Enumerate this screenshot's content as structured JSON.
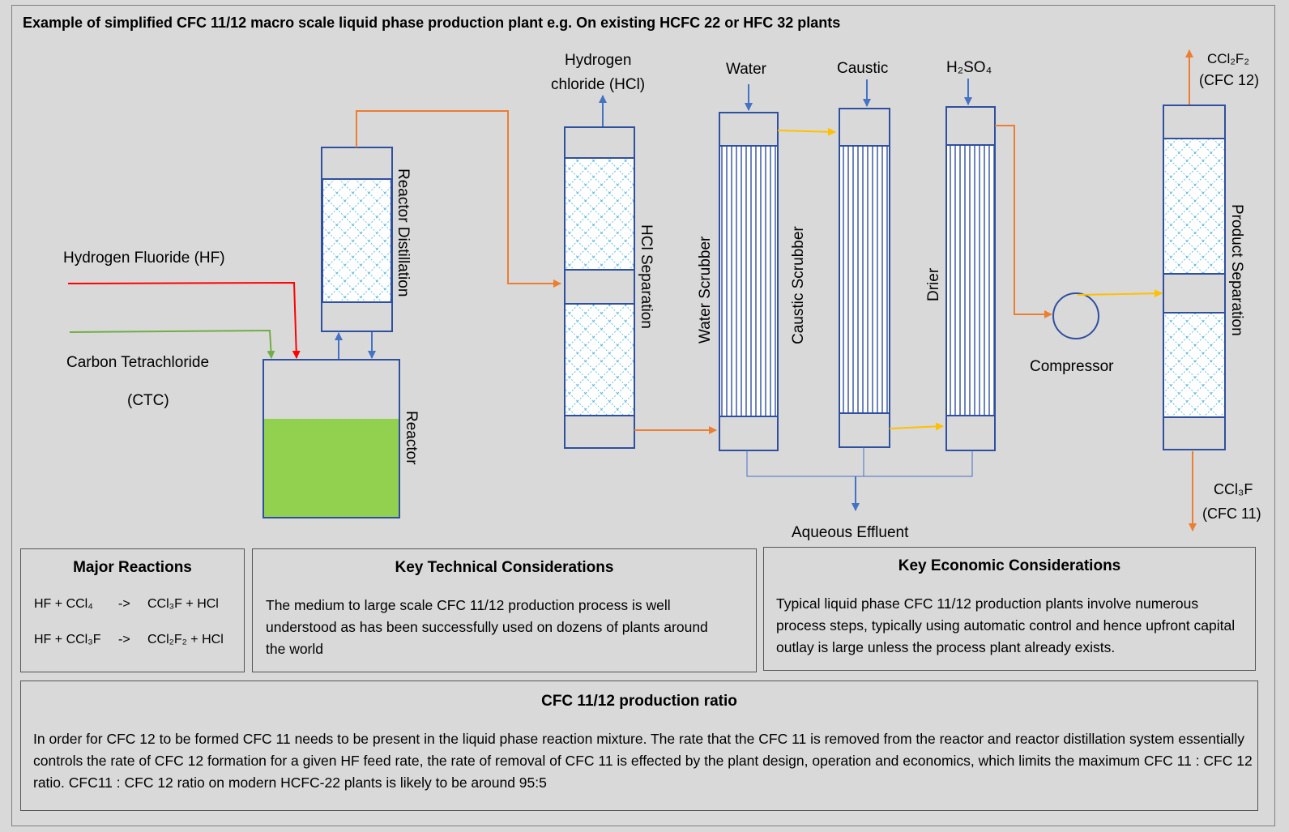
{
  "title": "Example of simplified CFC 11/12 macro scale liquid phase production plant e.g. On existing HCFC 22 or HFC 32 plants",
  "colors": {
    "background": "#d9d9d9",
    "vessel_outline": "#2f4f9f",
    "packing": "#3fa7d6",
    "reactor_liquid": "#92d050",
    "hf_line": "#ff0000",
    "ctc_line": "#70ad47",
    "orange_line": "#ed7d31",
    "yellow_line": "#ffc000",
    "blue_line": "#4472c4"
  },
  "labels": {
    "hf": "Hydrogen Fluoride (HF)",
    "ctc_1": "Carbon Tetrachloride",
    "ctc_2": "(CTC)",
    "reactor": "Reactor",
    "reactor_distillation": "Reactor Distillation",
    "hcl_out_1": "Hydrogen",
    "hcl_out_2": "chloride (HCl)",
    "hcl_separation": "HCl Separation",
    "water": "Water",
    "water_scrubber": "Water Scrubber",
    "caustic": "Caustic",
    "caustic_scrubber": "Caustic Scrubber",
    "h2so4": "H₂SO₄",
    "drier": "Drier",
    "compressor": "Compressor",
    "product_separation": "Product Separation",
    "cfc12_formula": "CCl₂F₂",
    "cfc12_name": "(CFC 12)",
    "cfc11_formula": "CCl₃F",
    "cfc11_name": "(CFC 11)",
    "aqueous_effluent": "Aqueous Effluent"
  },
  "major_reactions": {
    "heading": "Major Reactions",
    "lines": [
      {
        "lhs": "HF + CCl₄",
        "arrow": "->",
        "rhs": "CCl₃F + HCl"
      },
      {
        "lhs": "HF + CCl₃F",
        "arrow": "->",
        "rhs": "CCl₂F₂ + HCl"
      }
    ]
  },
  "technical": {
    "heading": "Key Technical Considerations",
    "text": "The medium to large scale CFC 11/12 production process is well understood as has been successfully used on dozens of plants around the world"
  },
  "economic": {
    "heading": "Key Economic Considerations",
    "text": "Typical liquid phase CFC 11/12 production plants involve numerous process steps, typically using automatic control and hence upfront capital outlay is large unless the process plant already exists."
  },
  "ratio": {
    "heading": "CFC 11/12 production ratio",
    "text": "In order for CFC 12 to be formed CFC 11 needs to be present in the liquid phase reaction mixture.  The rate that the CFC 11 is removed from the reactor and reactor distillation system essentially controls the rate of CFC 12 formation for a given HF feed rate, the rate of removal of CFC 11 is effected by the plant design, operation and economics, which limits the maximum CFC 11 : CFC 12 ratio.  CFC11 : CFC 12 ratio on modern HCFC-22 plants is likely to be around 95:5"
  }
}
